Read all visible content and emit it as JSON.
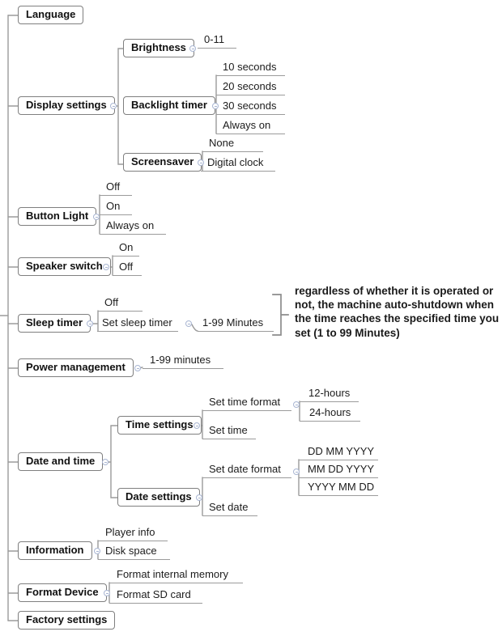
{
  "diagram": {
    "type": "settings-menu-tree",
    "colors": {
      "box_border": "#7f7f7f",
      "connector_line": "#9b9b9b",
      "toggle_accent": "#a9b6d3",
      "text": "#1a1a1a"
    },
    "tree": [
      {
        "label": "Language",
        "children": []
      },
      {
        "label": "Display settings",
        "children": [
          {
            "label": "Brightness",
            "children": [
              {
                "label": "0-11"
              }
            ]
          },
          {
            "label": "Backlight timer",
            "children": [
              {
                "label": "10 seconds"
              },
              {
                "label": "20 seconds"
              },
              {
                "label": "30 seconds"
              },
              {
                "label": "Always on"
              }
            ]
          },
          {
            "label": "Screensaver",
            "children": [
              {
                "label": "None"
              },
              {
                "label": "Digital clock"
              }
            ]
          }
        ]
      },
      {
        "label": "Button Light",
        "children": [
          {
            "label": "Off"
          },
          {
            "label": "On"
          },
          {
            "label": "Always on"
          }
        ]
      },
      {
        "label": "Speaker switch",
        "children": [
          {
            "label": "On"
          },
          {
            "label": "Off"
          }
        ]
      },
      {
        "label": "Sleep timer",
        "children": [
          {
            "label": "Off"
          },
          {
            "label": "Set sleep timer",
            "children": [
              {
                "label": "1-99 Minutes"
              }
            ]
          }
        ]
      },
      {
        "label": "Power management",
        "children": [
          {
            "label": "1-99 minutes"
          }
        ]
      },
      {
        "label": "Date and time",
        "children": [
          {
            "label": "Time settings",
            "children": [
              {
                "label": "Set time format",
                "children": [
                  {
                    "label": "12-hours"
                  },
                  {
                    "label": "24-hours"
                  }
                ]
              },
              {
                "label": "Set time"
              }
            ]
          },
          {
            "label": "Date settings",
            "children": [
              {
                "label": "Set date format",
                "children": [
                  {
                    "label": "DD MM YYYY"
                  },
                  {
                    "label": "MM DD YYYY"
                  },
                  {
                    "label": "YYYY MM DD"
                  }
                ]
              },
              {
                "label": "Set date"
              }
            ]
          }
        ]
      },
      {
        "label": "Information",
        "children": [
          {
            "label": "Player info"
          },
          {
            "label": "Disk space"
          }
        ]
      },
      {
        "label": "Format Device",
        "children": [
          {
            "label": "Format internal memory"
          },
          {
            "label": "Format SD card"
          }
        ]
      },
      {
        "label": "Factory settings",
        "children": []
      }
    ],
    "note": {
      "text": "regardless of whether it is operated or not, the machine auto-shutdown when the time reaches the specified time you set (1 to 99 Minutes)"
    }
  }
}
